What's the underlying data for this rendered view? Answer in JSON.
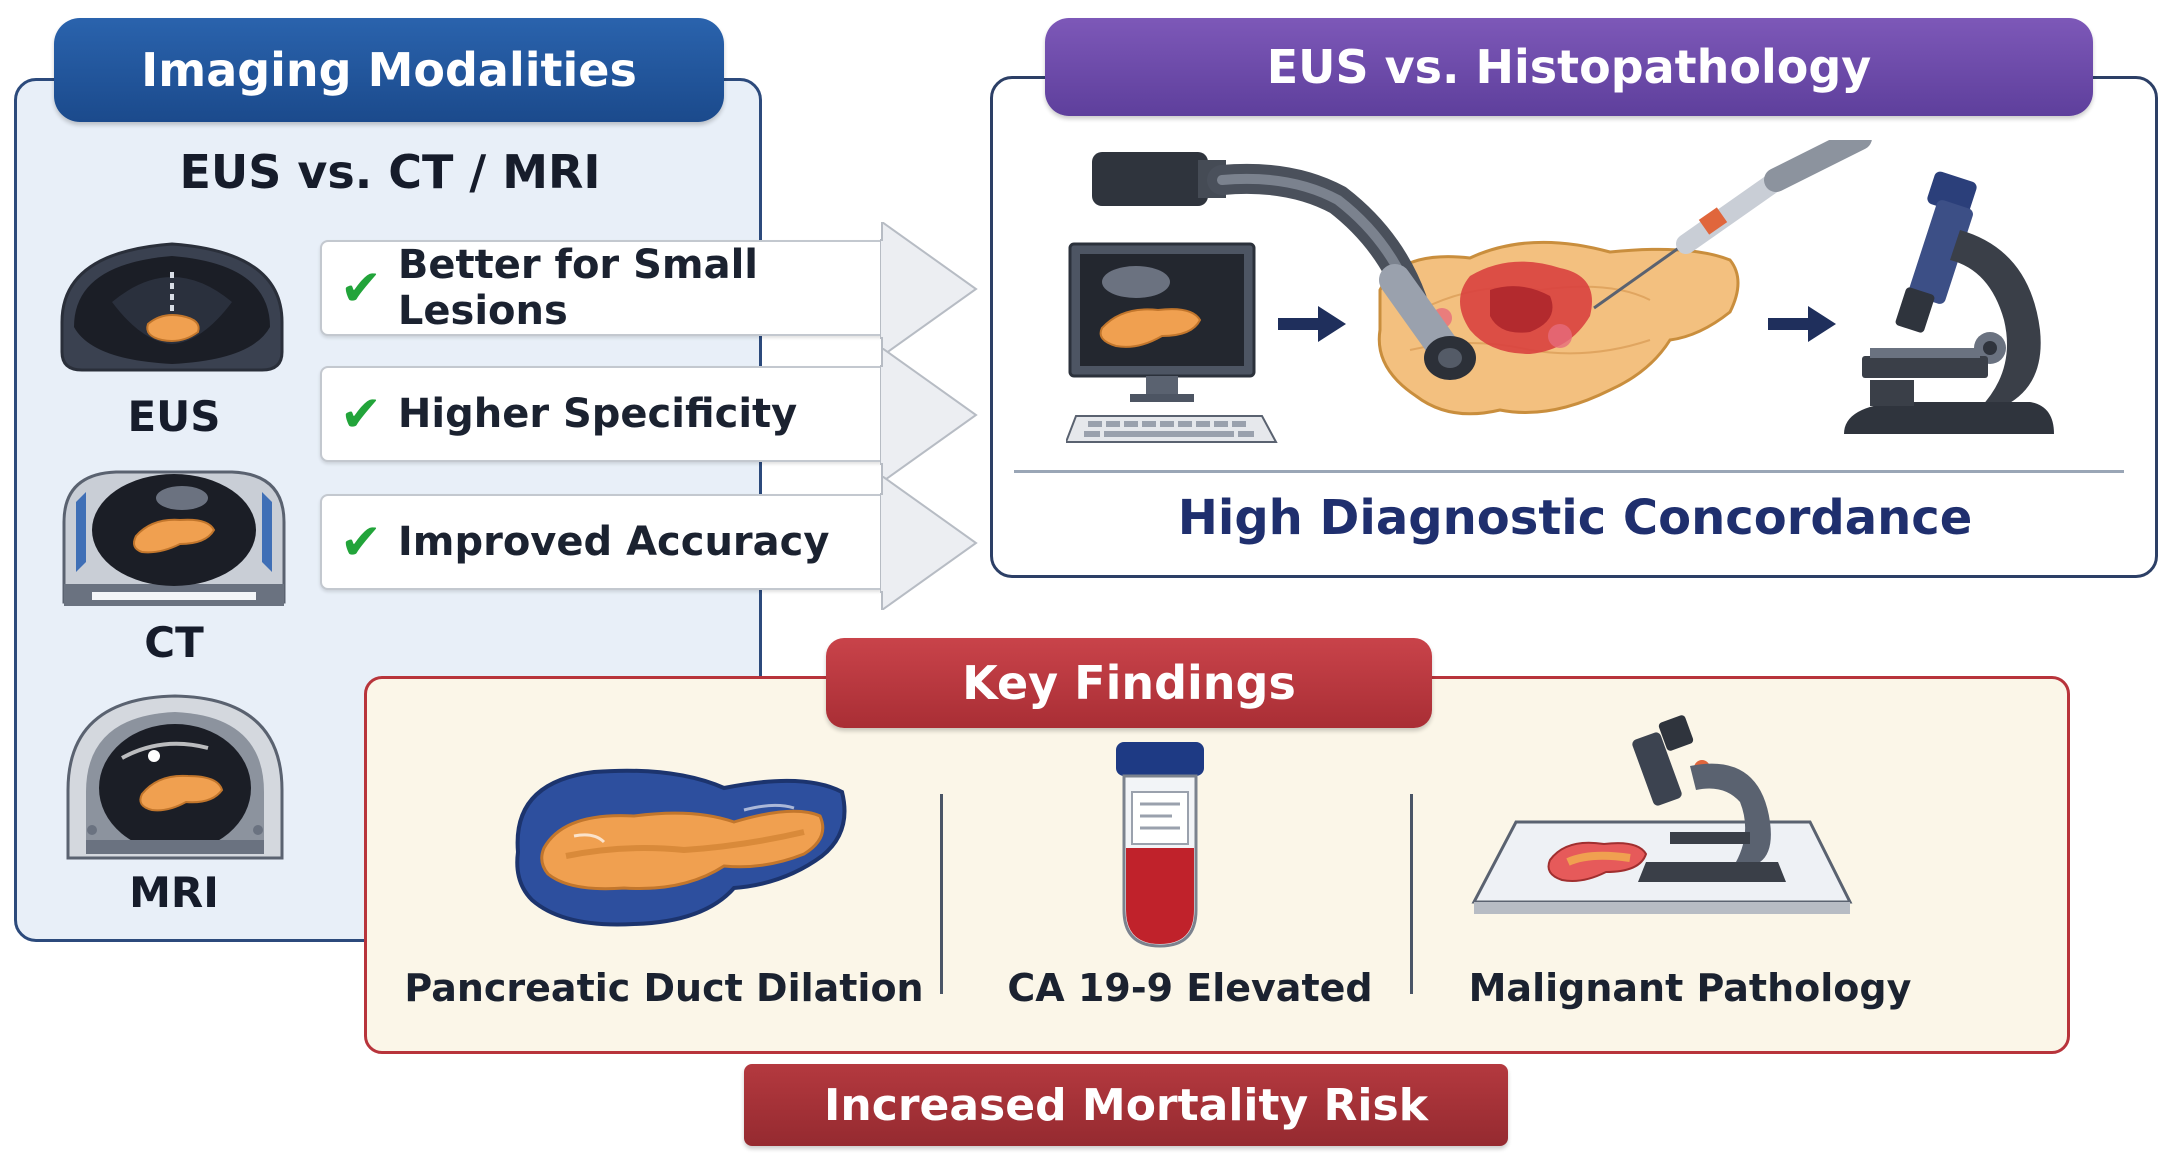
{
  "imaging": {
    "title": "Imaging Modalities",
    "subtitle": "EUS vs. CT / MRI",
    "modalities": [
      {
        "label": "EUS"
      },
      {
        "label": "CT"
      },
      {
        "label": "MRI"
      }
    ],
    "benefits": [
      {
        "text": "Better for Small Lesions",
        "icon": "check-icon"
      },
      {
        "text": "Higher Specificity",
        "icon": "check-icon"
      },
      {
        "text": "Improved Accuracy",
        "icon": "check-icon"
      }
    ],
    "check_mark": "✔"
  },
  "histo": {
    "title": "EUS vs. Histopathology",
    "conclusion": "High Diagnostic Concordance"
  },
  "findings": {
    "title": "Key Findings",
    "items": [
      {
        "label": "Pancreatic Duct Dilation",
        "icon": "pancreas-duct-icon"
      },
      {
        "label": "CA 19-9 Elevated",
        "icon": "blood-tube-icon"
      },
      {
        "label": "Malignant Pathology",
        "icon": "microscope-slide-icon"
      }
    ]
  },
  "outcome": {
    "label": "Increased Mortality Risk"
  },
  "colors": {
    "blue_header": "#1b4a8c",
    "purple_header": "#5e3f9c",
    "red_header": "#a92e35",
    "check_green": "#22a43a",
    "pancreas_orange": "#f0a050"
  }
}
